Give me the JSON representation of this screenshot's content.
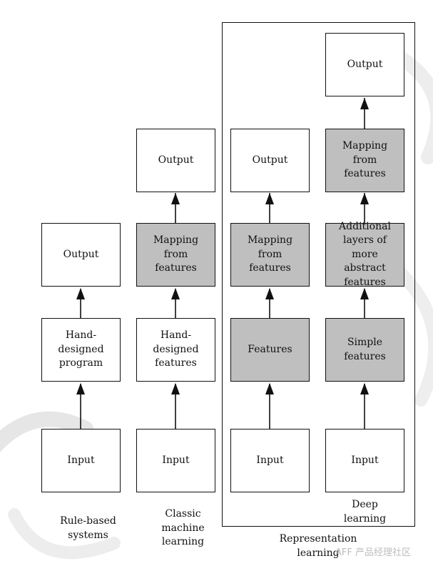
{
  "columns": {
    "rule_based": {
      "output": "Output",
      "program": "Hand-\ndesigned\nprogram",
      "input": "Input",
      "caption": "Rule-based\nsystems"
    },
    "classic_ml": {
      "output": "Output",
      "mapping": "Mapping from\nfeatures",
      "features": "Hand-\ndesigned\nfeatures",
      "input": "Input",
      "caption": "Classic\nmachine\nlearning"
    },
    "representation": {
      "output": "Output",
      "mapping": "Mapping from\nfeatures",
      "features": "Features",
      "input": "Input"
    },
    "deep": {
      "output": "Output",
      "mapping": "Mapping from\nfeatures",
      "abstract": "Additional\nlayers of more\nabstract\nfeatures",
      "simple": "Simple\nfeatures",
      "input": "Input",
      "caption": "Deep\nlearning"
    }
  },
  "group_caption": "Representation\nlearning",
  "watermark": "AFF 产品经理社区",
  "colors": {
    "stroke": "#111111",
    "learned_box": "#bfbfbf",
    "plain_box": "#ffffff",
    "watermark": "#e6e6e6"
  }
}
